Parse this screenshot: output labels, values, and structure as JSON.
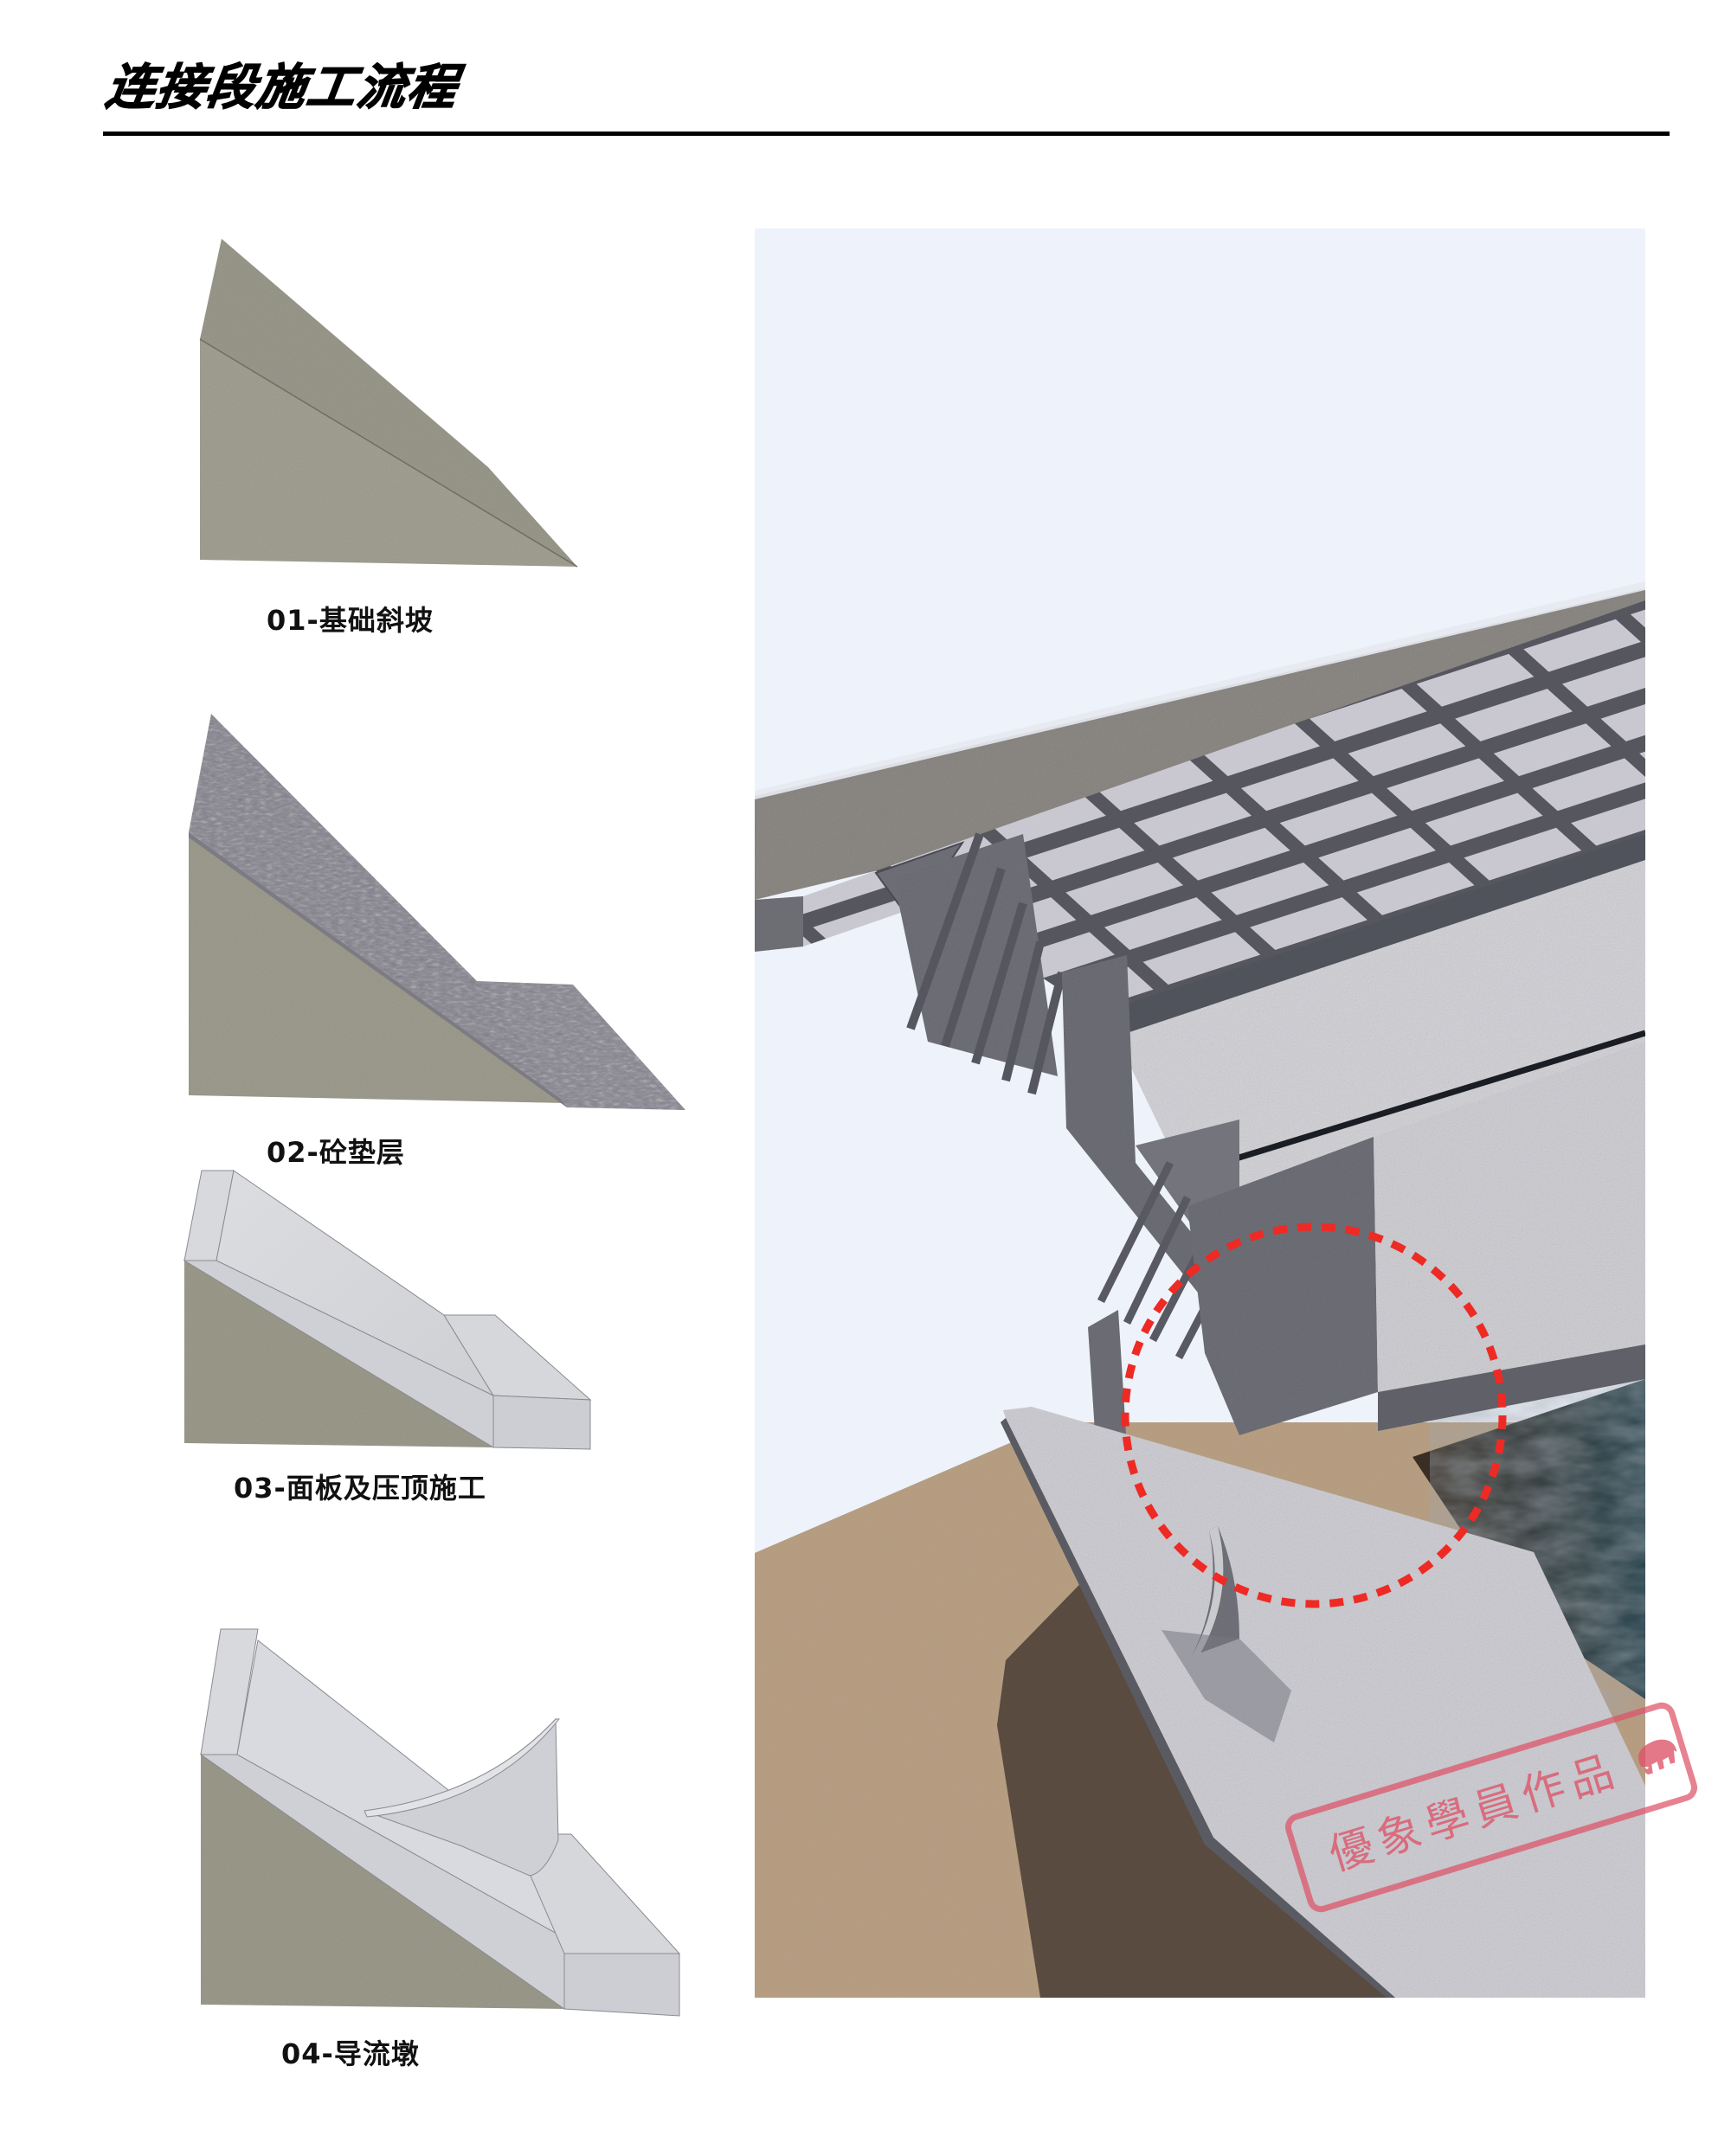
{
  "header": {
    "title": "连接段施工流程"
  },
  "steps": [
    {
      "label": "01-基础斜坡",
      "description_icon": "foundation-slope-diagram"
    },
    {
      "label": "02-砼垫层",
      "description_icon": "concrete-cushion-layer-diagram"
    },
    {
      "label": "03-面板及压顶施工",
      "description_icon": "panel-and-coping-diagram"
    },
    {
      "label": "04-导流墩",
      "description_icon": "diversion-pier-diagram"
    }
  ],
  "render": {
    "subject": "connection-section-3d-rendering",
    "highlight": "diversion-pier-highlight-circle",
    "highlight_color": "#ee2a24"
  },
  "watermark": {
    "text": "優象學員作品",
    "icon": "elephant-icon",
    "color": "#de5266"
  },
  "colors": {
    "sky": "#edf2fb",
    "soil": "#9c9b8c",
    "gravel": "#8b8a92",
    "concrete": "#d5d6da",
    "ground": "#b9a084"
  }
}
